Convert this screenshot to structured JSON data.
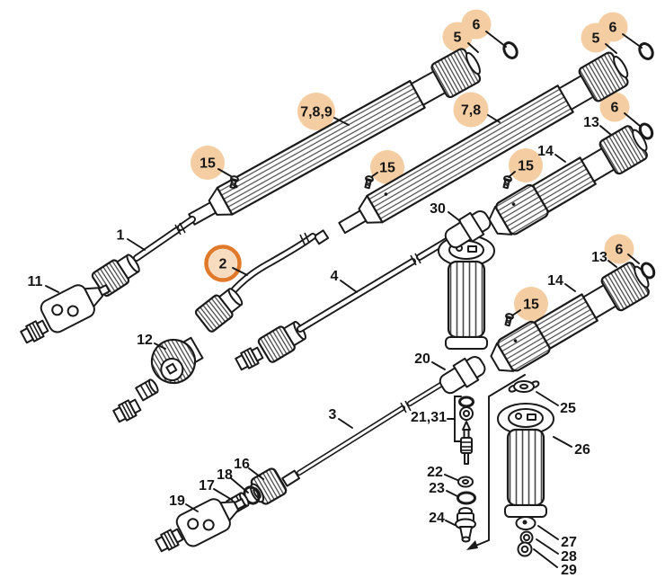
{
  "figure": {
    "background": "#ffffff",
    "ink_color": "#1a1a1a",
    "hotspot_fill": "#f5cda2",
    "selected_fill": "#f8dcc0",
    "selected_ring_color": "#e0792a",
    "callouts": [
      {
        "label": "5",
        "style": "hotspot"
      },
      {
        "label": "6",
        "style": "hotspot"
      },
      {
        "label": "5",
        "style": "hotspot"
      },
      {
        "label": "6",
        "style": "hotspot"
      },
      {
        "label": "7,8,9",
        "style": "hotspot"
      },
      {
        "label": "7,8",
        "style": "hotspot"
      },
      {
        "label": "15",
        "style": "hotspot"
      },
      {
        "label": "15",
        "style": "hotspot"
      },
      {
        "label": "15",
        "style": "hotspot"
      },
      {
        "label": "13",
        "style": "plain"
      },
      {
        "label": "6",
        "style": "hotspot"
      },
      {
        "label": "14",
        "style": "plain"
      },
      {
        "label": "1",
        "style": "plain"
      },
      {
        "label": "11",
        "style": "plain"
      },
      {
        "label": "2",
        "style": "selected-hotspot"
      },
      {
        "label": "12",
        "style": "plain"
      },
      {
        "label": "4",
        "style": "plain"
      },
      {
        "label": "30",
        "style": "plain"
      },
      {
        "label": "13",
        "style": "plain"
      },
      {
        "label": "6",
        "style": "hotspot"
      },
      {
        "label": "14",
        "style": "plain"
      },
      {
        "label": "15",
        "style": "hotspot"
      },
      {
        "label": "20",
        "style": "plain"
      },
      {
        "label": "3",
        "style": "plain"
      },
      {
        "label": "21,31",
        "style": "plain"
      },
      {
        "label": "22",
        "style": "plain"
      },
      {
        "label": "23",
        "style": "plain"
      },
      {
        "label": "24",
        "style": "plain"
      },
      {
        "label": "25",
        "style": "plain"
      },
      {
        "label": "26",
        "style": "plain"
      },
      {
        "label": "27",
        "style": "plain"
      },
      {
        "label": "28",
        "style": "plain"
      },
      {
        "label": "29",
        "style": "plain"
      },
      {
        "label": "16",
        "style": "plain"
      },
      {
        "label": "18",
        "style": "plain"
      },
      {
        "label": "17",
        "style": "plain"
      },
      {
        "label": "19",
        "style": "plain"
      }
    ]
  }
}
